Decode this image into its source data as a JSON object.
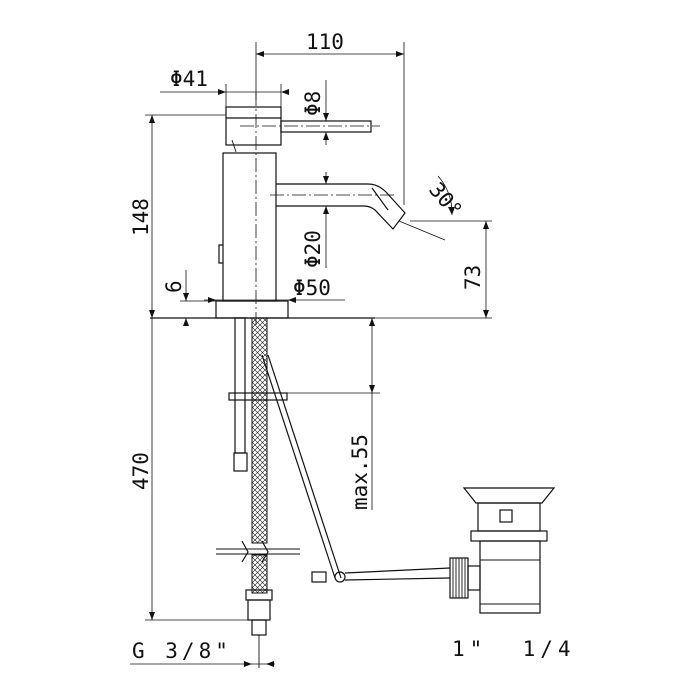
{
  "dimensions": {
    "width_spout_reach": "110",
    "diameter_41": "Φ41",
    "diameter_8": "Φ8",
    "height_148": "148",
    "angle_30": "30°",
    "diameter_20": "Φ20",
    "height_73": "73",
    "thickness_6": "6",
    "diameter_50": "Φ50",
    "max_55": "max.55",
    "length_470": "470",
    "thread_g38": "G 3/8\"",
    "waste_1_1_4": "1\"  1/4"
  }
}
